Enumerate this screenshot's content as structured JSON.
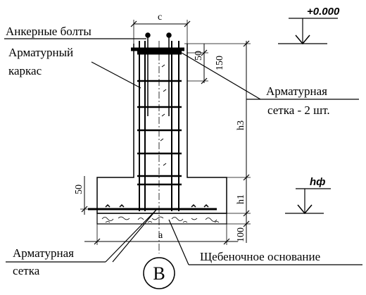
{
  "labels": {
    "anchor_bolts": "Анкерные болты",
    "rebar_cage_line1": "Арматурный",
    "rebar_cage_line2": "каркас",
    "rebar_mesh_top_line1": "Арматурная",
    "rebar_mesh_top_line2": "сетка - 2 шт.",
    "rebar_mesh_bottom_line1": "Арматурная",
    "rebar_mesh_bottom_line2": "сетка",
    "gravel_base": "Щебеночное основание"
  },
  "dimensions": {
    "c": "c",
    "a": "a",
    "h3": "h3",
    "h1": "h1",
    "d150": "150",
    "d50_top": "50",
    "d50_left": "50",
    "d100": "100"
  },
  "level_marks": {
    "top": "+0.000",
    "bottom": "hф"
  },
  "axis_marker": "В"
}
